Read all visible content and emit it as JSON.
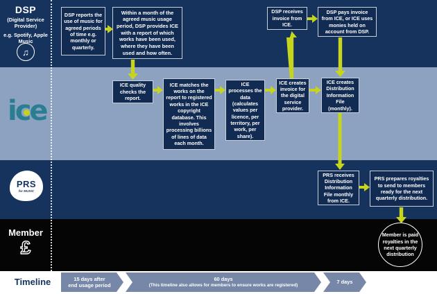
{
  "colors": {
    "lane_navy": "#16335e",
    "lane_ice_blue": "#8da1c0",
    "lane_member_black": "#050505",
    "box_fill": "#122b52",
    "box_border": "#c9d0da",
    "arrow_chartreuse": "#c6d41e",
    "timeline_chevron": "#7787a8",
    "ice_logo_teal": "#2a7e91",
    "prs_logo_navy": "#16335e"
  },
  "dsp_lane": {
    "title": "DSP",
    "subtitle": "(Digital Service Provider)",
    "examples": "e.g. Spotify, Apple Music",
    "icon_glyph": "♫"
  },
  "ice_lane": {
    "logo": "ice"
  },
  "prs_lane": {
    "logo_main": "PRS",
    "logo_sub": "for MUSIC"
  },
  "member_lane": {
    "title": "Member",
    "icon_glyph": "£",
    "circle_text": "Member is paid royalties in the next quarterly distribution"
  },
  "timeline": {
    "title": "Timeline",
    "segments": [
      {
        "line1": "15 days after",
        "line2": "end usage period"
      },
      {
        "line1": "60 days",
        "line2": "(This timeline also allows for members to ensure works are registered)"
      },
      {
        "line1": "7 days",
        "line2": ""
      }
    ]
  },
  "boxes": {
    "dsp_reports": "DSP reports the use of music for agreed periods of time e.g. monthly or quarterly.",
    "dsp_provides_report": "Within a month of the agreed music usage period, DSP provides ICE with a report of which works have been used, where they have been used and how often.",
    "dsp_receives_invoice": "DSP receives invoice from ICE.",
    "dsp_pays_invoice": "DSP pays invoice from ICE, or ICE uses monies held on account from DSP.",
    "ice_quality_checks": "ICE quality checks the report.",
    "ice_matches_works": "ICE matches the works on the report to registered works in the ICE copyright database. This involves processing billions of lines of data each month.",
    "ice_processes_data": "ICE processes the data (calculates values per licence, per territory, per work, per share).",
    "ice_creates_invoice": "ICE creates invoice for the digital service provider.",
    "ice_creates_dif": "ICE creates Distribution Information File (monthly).",
    "prs_receives_dif": "PRS receives Distribution Information File monthly from ICE.",
    "prs_prepares_royalties": "PRS prepares royalties to send to members ready for the next quarterly distribution."
  }
}
